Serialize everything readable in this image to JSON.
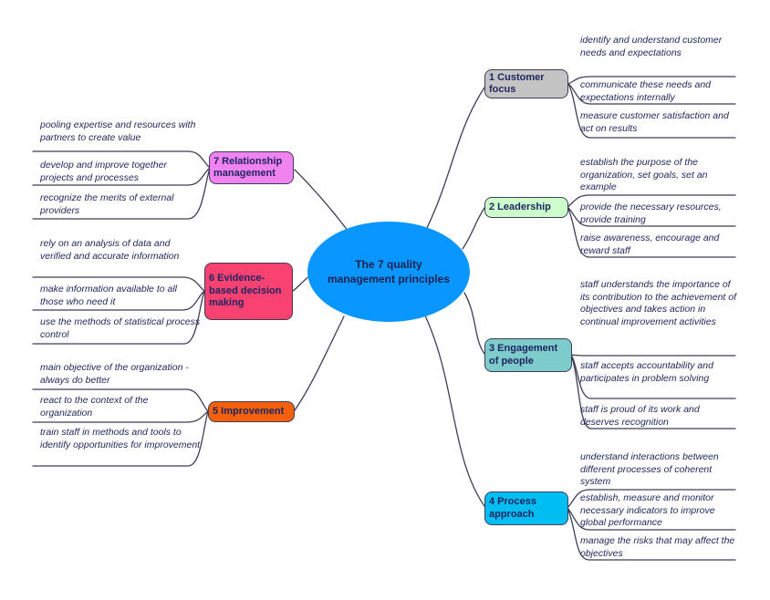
{
  "colors": {
    "line": "#3d3d57",
    "center_fill": "#0a96ff",
    "customer_focus_fill": "#c4c4c4",
    "leadership_fill": "#ccffcc",
    "engagement_fill": "#7dcbcb",
    "process_fill": "#00bdf2",
    "improvement_fill": "#f4600c",
    "evidence_fill": "#fa4272",
    "relationship_fill": "#f083f0"
  },
  "center": {
    "label": "The 7 quality management principles"
  },
  "branches": [
    {
      "key": "customer-focus",
      "label": "1 Customer focus",
      "items": [
        "identify and understand customer needs and expectations",
        "communicate these needs and expectations internally",
        "measure customer satisfaction and act on results"
      ]
    },
    {
      "key": "leadership",
      "label": "2 Leadership",
      "items": [
        "establish the purpose of the organization, set goals, set an example",
        "provide the necessary resources, provide training",
        "raise awareness, encourage and reward staff"
      ]
    },
    {
      "key": "engagement-of-people",
      "label": "3 Engagement of people",
      "items": [
        "staff understands the importance of its contribution to the achievement of objectives and takes action in continual improvement activities",
        "staff accepts accountability and participates in problem solving",
        "staff is proud of its work and deserves recognition"
      ]
    },
    {
      "key": "process-approach",
      "label": "4 Process approach",
      "items": [
        "understand interactions between different processes of coherent system",
        "establish, measure and monitor necessary indicators to improve global performance",
        "manage the risks that may affect the objectives"
      ]
    },
    {
      "key": "improvement",
      "label": "5 Improvement",
      "items": [
        "main objective of the organization - always do better",
        "react to the context of the organization",
        "train staff in methods and tools to identify opportunities for improvement"
      ]
    },
    {
      "key": "evidence-based-decision-making",
      "label": "6 Evidence-based decision making",
      "items": [
        "rely on an analysis of data and verified and accurate information",
        "make information available to all those who need it",
        "use the methods of statistical process control"
      ]
    },
    {
      "key": "relationship-management",
      "label": "7 Relationship management",
      "items": [
        "pooling expertise and resources with partners to create value",
        "develop and improve together projects and processes",
        "recognize the merits of external providers"
      ]
    }
  ]
}
